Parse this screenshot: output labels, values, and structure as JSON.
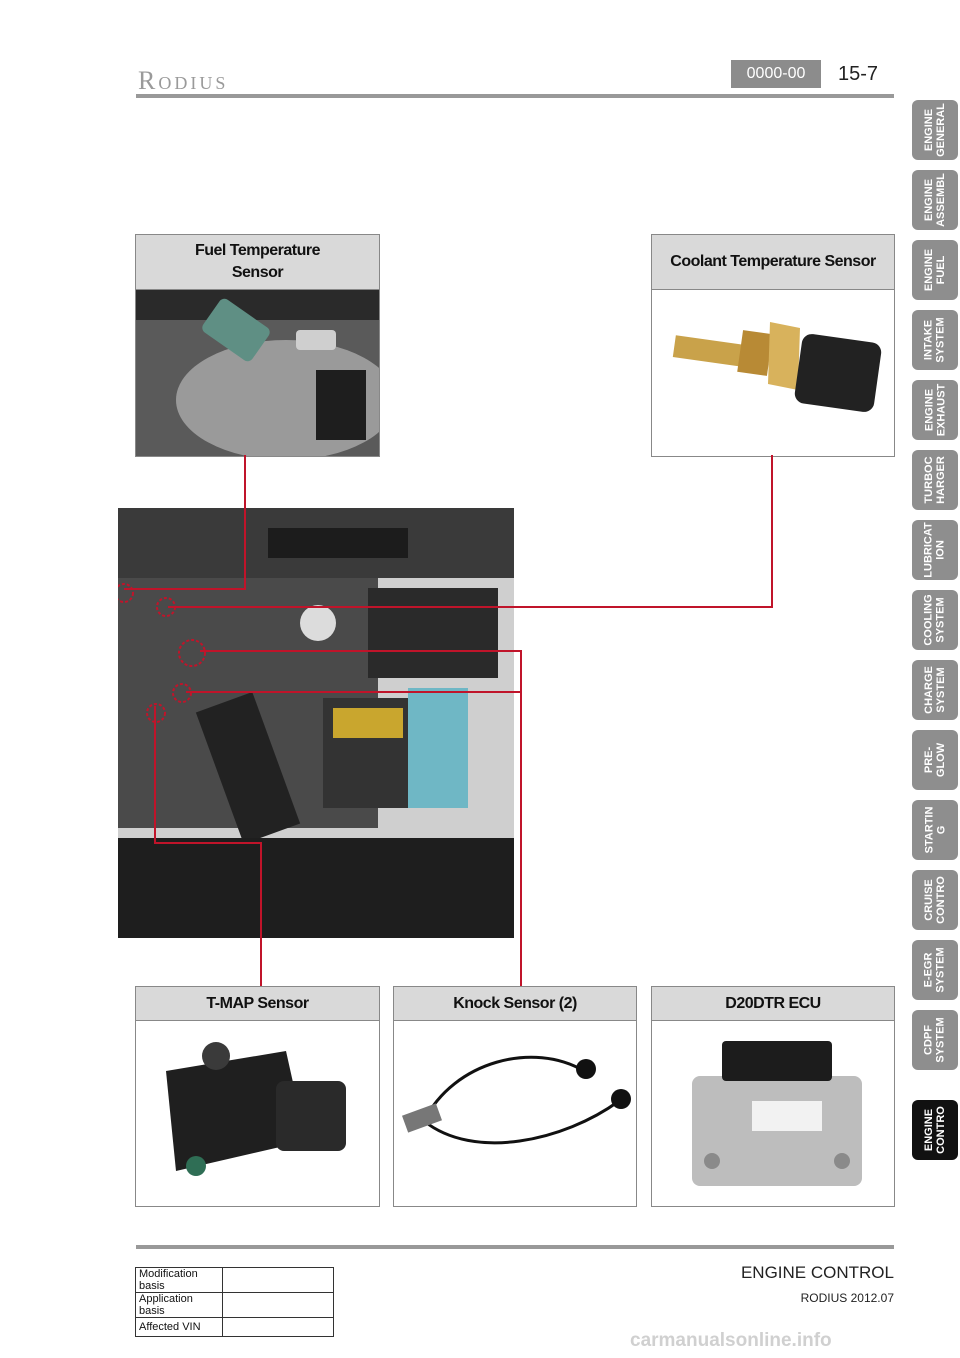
{
  "header": {
    "logo": "Rodius",
    "code": "0000-00",
    "page": "15-7"
  },
  "side_tabs": [
    {
      "label": "ENGINE\nGENERAL"
    },
    {
      "label": "ENGINE\nASSEMBL"
    },
    {
      "label": "ENGINE\nFUEL"
    },
    {
      "label": "INTAKE\nSYSTEM"
    },
    {
      "label": "ENGINE\nEXHAUST"
    },
    {
      "label": "TURBOC\nHARGER"
    },
    {
      "label": "LUBRICAT\nION"
    },
    {
      "label": "COOLING\nSYSTEM"
    },
    {
      "label": "CHARGE\nSYSTEM"
    },
    {
      "label": "PRE-\nGLOW"
    },
    {
      "label": "STARTIN\nG"
    },
    {
      "label": "CRUISE\nCONTRO"
    },
    {
      "label": "E-EGR\nSYSTEM"
    },
    {
      "label": "CDPF\nSYSTEM"
    },
    {
      "label": "ENGINE\nCONTRO"
    }
  ],
  "callouts": {
    "fuel_temp": "Fuel Temperature\nSensor",
    "coolant_temp": "Coolant Temperature Sensor",
    "tmap": "T-MAP Sensor",
    "knock": "Knock Sensor (2)",
    "ecu": "D20DTR ECU"
  },
  "footer": {
    "title": "ENGINE CONTROL",
    "sub": "RODIUS 2012.07",
    "table": [
      {
        "label": "Modification basis",
        "value": ""
      },
      {
        "label": "Application basis",
        "value": ""
      },
      {
        "label": "Affected VIN",
        "value": ""
      }
    ]
  },
  "watermark": "carmanualsonline.info",
  "colors": {
    "leader": "#c0142a",
    "tab": "#8e8e8e",
    "tab_active": "#111111"
  }
}
